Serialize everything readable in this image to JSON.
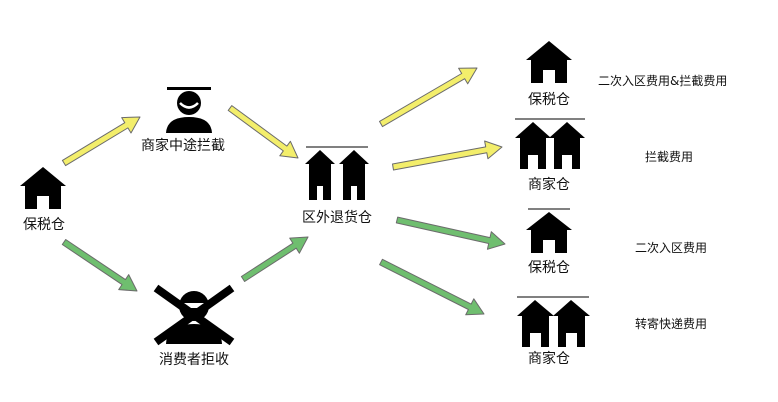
{
  "colors": {
    "yellow_arrow": "#f3ee6b",
    "green_arrow": "#6fbe6f",
    "arrow_outline": "#6b6b6b",
    "icon_fill": "#000000"
  },
  "nodes": {
    "origin_warehouse": {
      "label": "保税仓",
      "icon": "house-icon"
    },
    "merchant_intercept": {
      "label": "商家中途拦截",
      "icon": "person-icon"
    },
    "consumer_reject": {
      "label": "消费者拒收",
      "icon": "person-crossed-icon"
    },
    "return_warehouse": {
      "label": "区外退货仓",
      "icon": "double-house-icon"
    }
  },
  "destinations": [
    {
      "label": "保税仓",
      "cost": "二次入区费用&拦截费用",
      "icon": "house-icon",
      "arrow": "yellow"
    },
    {
      "label": "商家仓",
      "cost": "拦截费用",
      "icon": "double-house-icon",
      "arrow": "yellow"
    },
    {
      "label": "保税仓",
      "cost": "二次入区费用",
      "icon": "house-icon",
      "arrow": "green"
    },
    {
      "label": "商家仓",
      "cost": "转寄快递费用",
      "icon": "double-house-icon",
      "arrow": "green"
    }
  ]
}
